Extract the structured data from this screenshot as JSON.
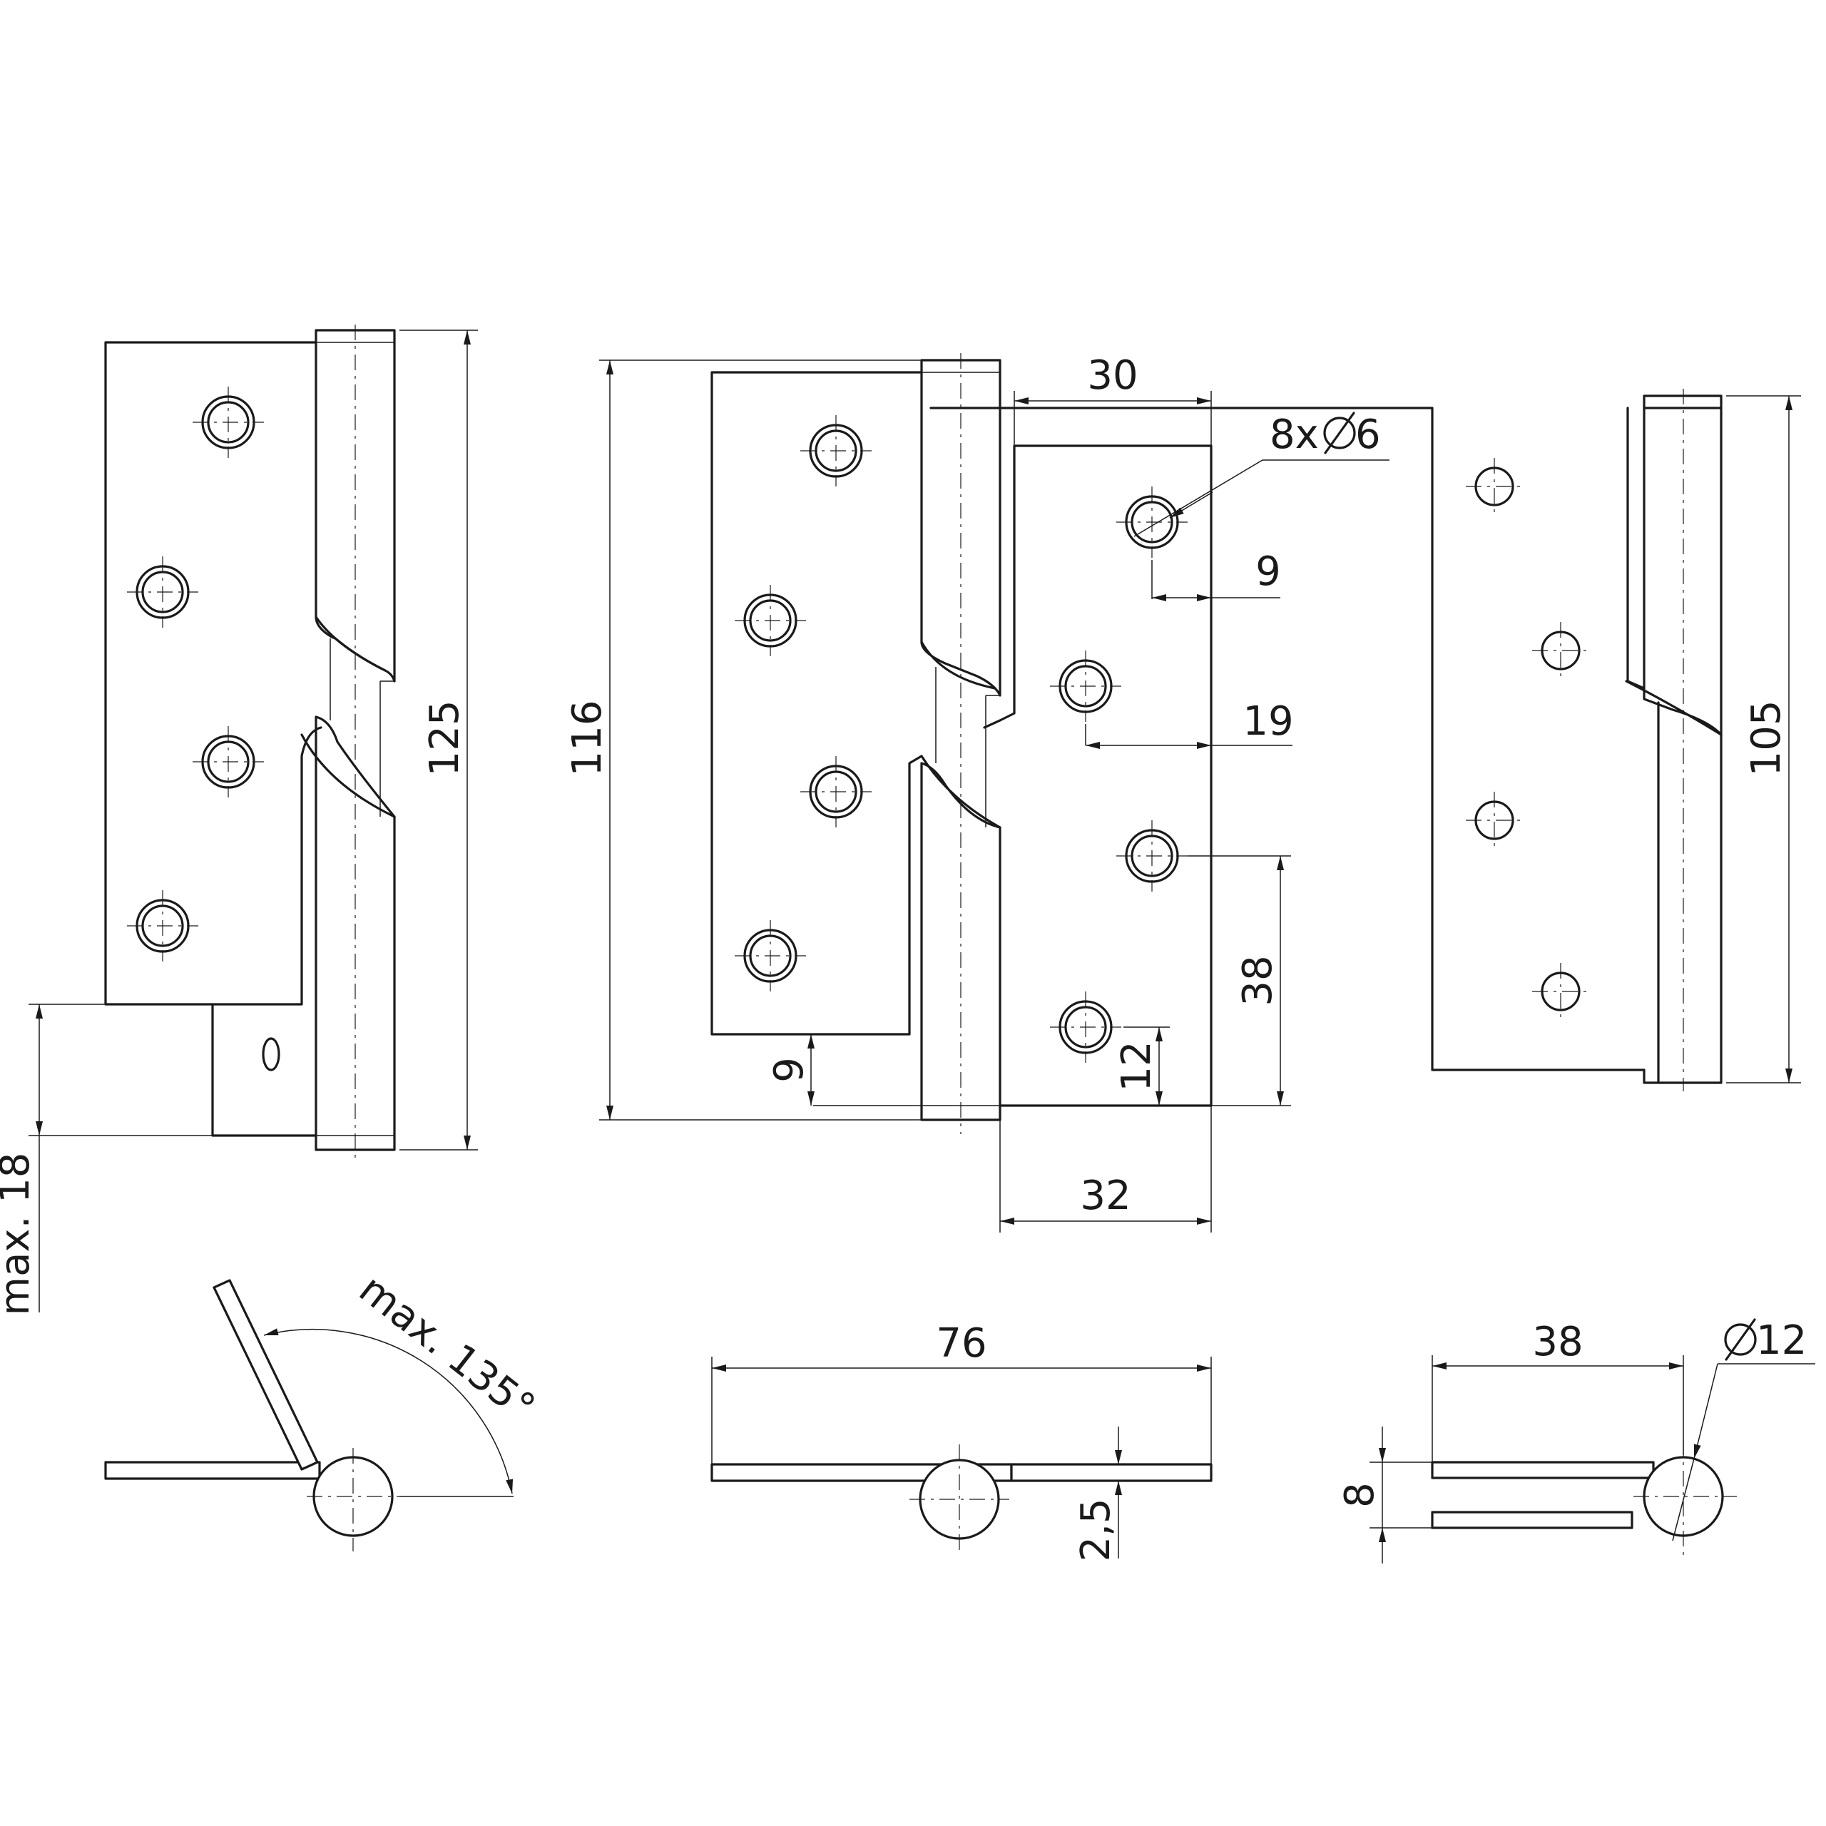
{
  "dimensions": {
    "left_height": "125",
    "left_offset": "max. 18",
    "mid_height": "116",
    "mid_top_width": "30",
    "holes": "8x",
    "hole_diameter_value": "6",
    "edge_9": "9",
    "edge_19": "19",
    "spacing_38": "38",
    "spacing_12": "12",
    "bottom_9": "9",
    "bottom_width": "32",
    "right_height": "105",
    "open_angle": "max. 135°",
    "total_width": "76",
    "thickness": "2,5",
    "leaf_width": "38",
    "gap": "8",
    "knuckle_value": "12"
  },
  "symbols": {
    "diameter": "diameter-symbol"
  }
}
